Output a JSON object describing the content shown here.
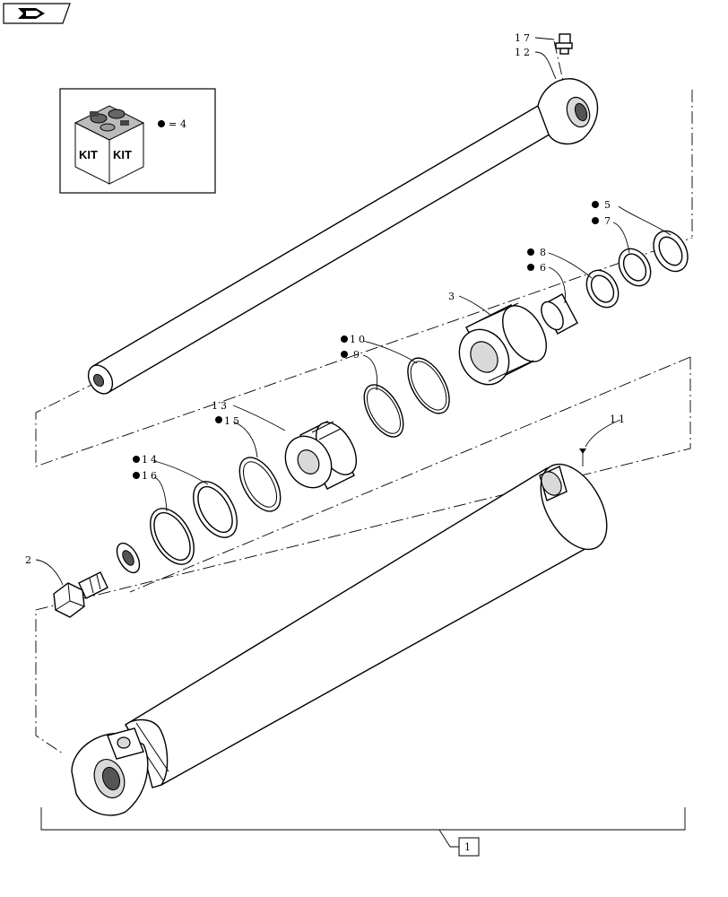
{
  "kit_box": {
    "kit_text_left": "KIT",
    "kit_text_right": "KIT",
    "legend_equals": "=",
    "legend_ref": "4"
  },
  "assembly_ref": "1",
  "callouts": {
    "p2": "2",
    "p3": "3",
    "p5": "5",
    "p6": "6",
    "p7": "7",
    "p8": "8",
    "p9": "9",
    "p10": "10",
    "p11": "11",
    "p12": "12",
    "p13": "13",
    "p14": "14",
    "p15": "15",
    "p16": "16",
    "p17": "17"
  }
}
